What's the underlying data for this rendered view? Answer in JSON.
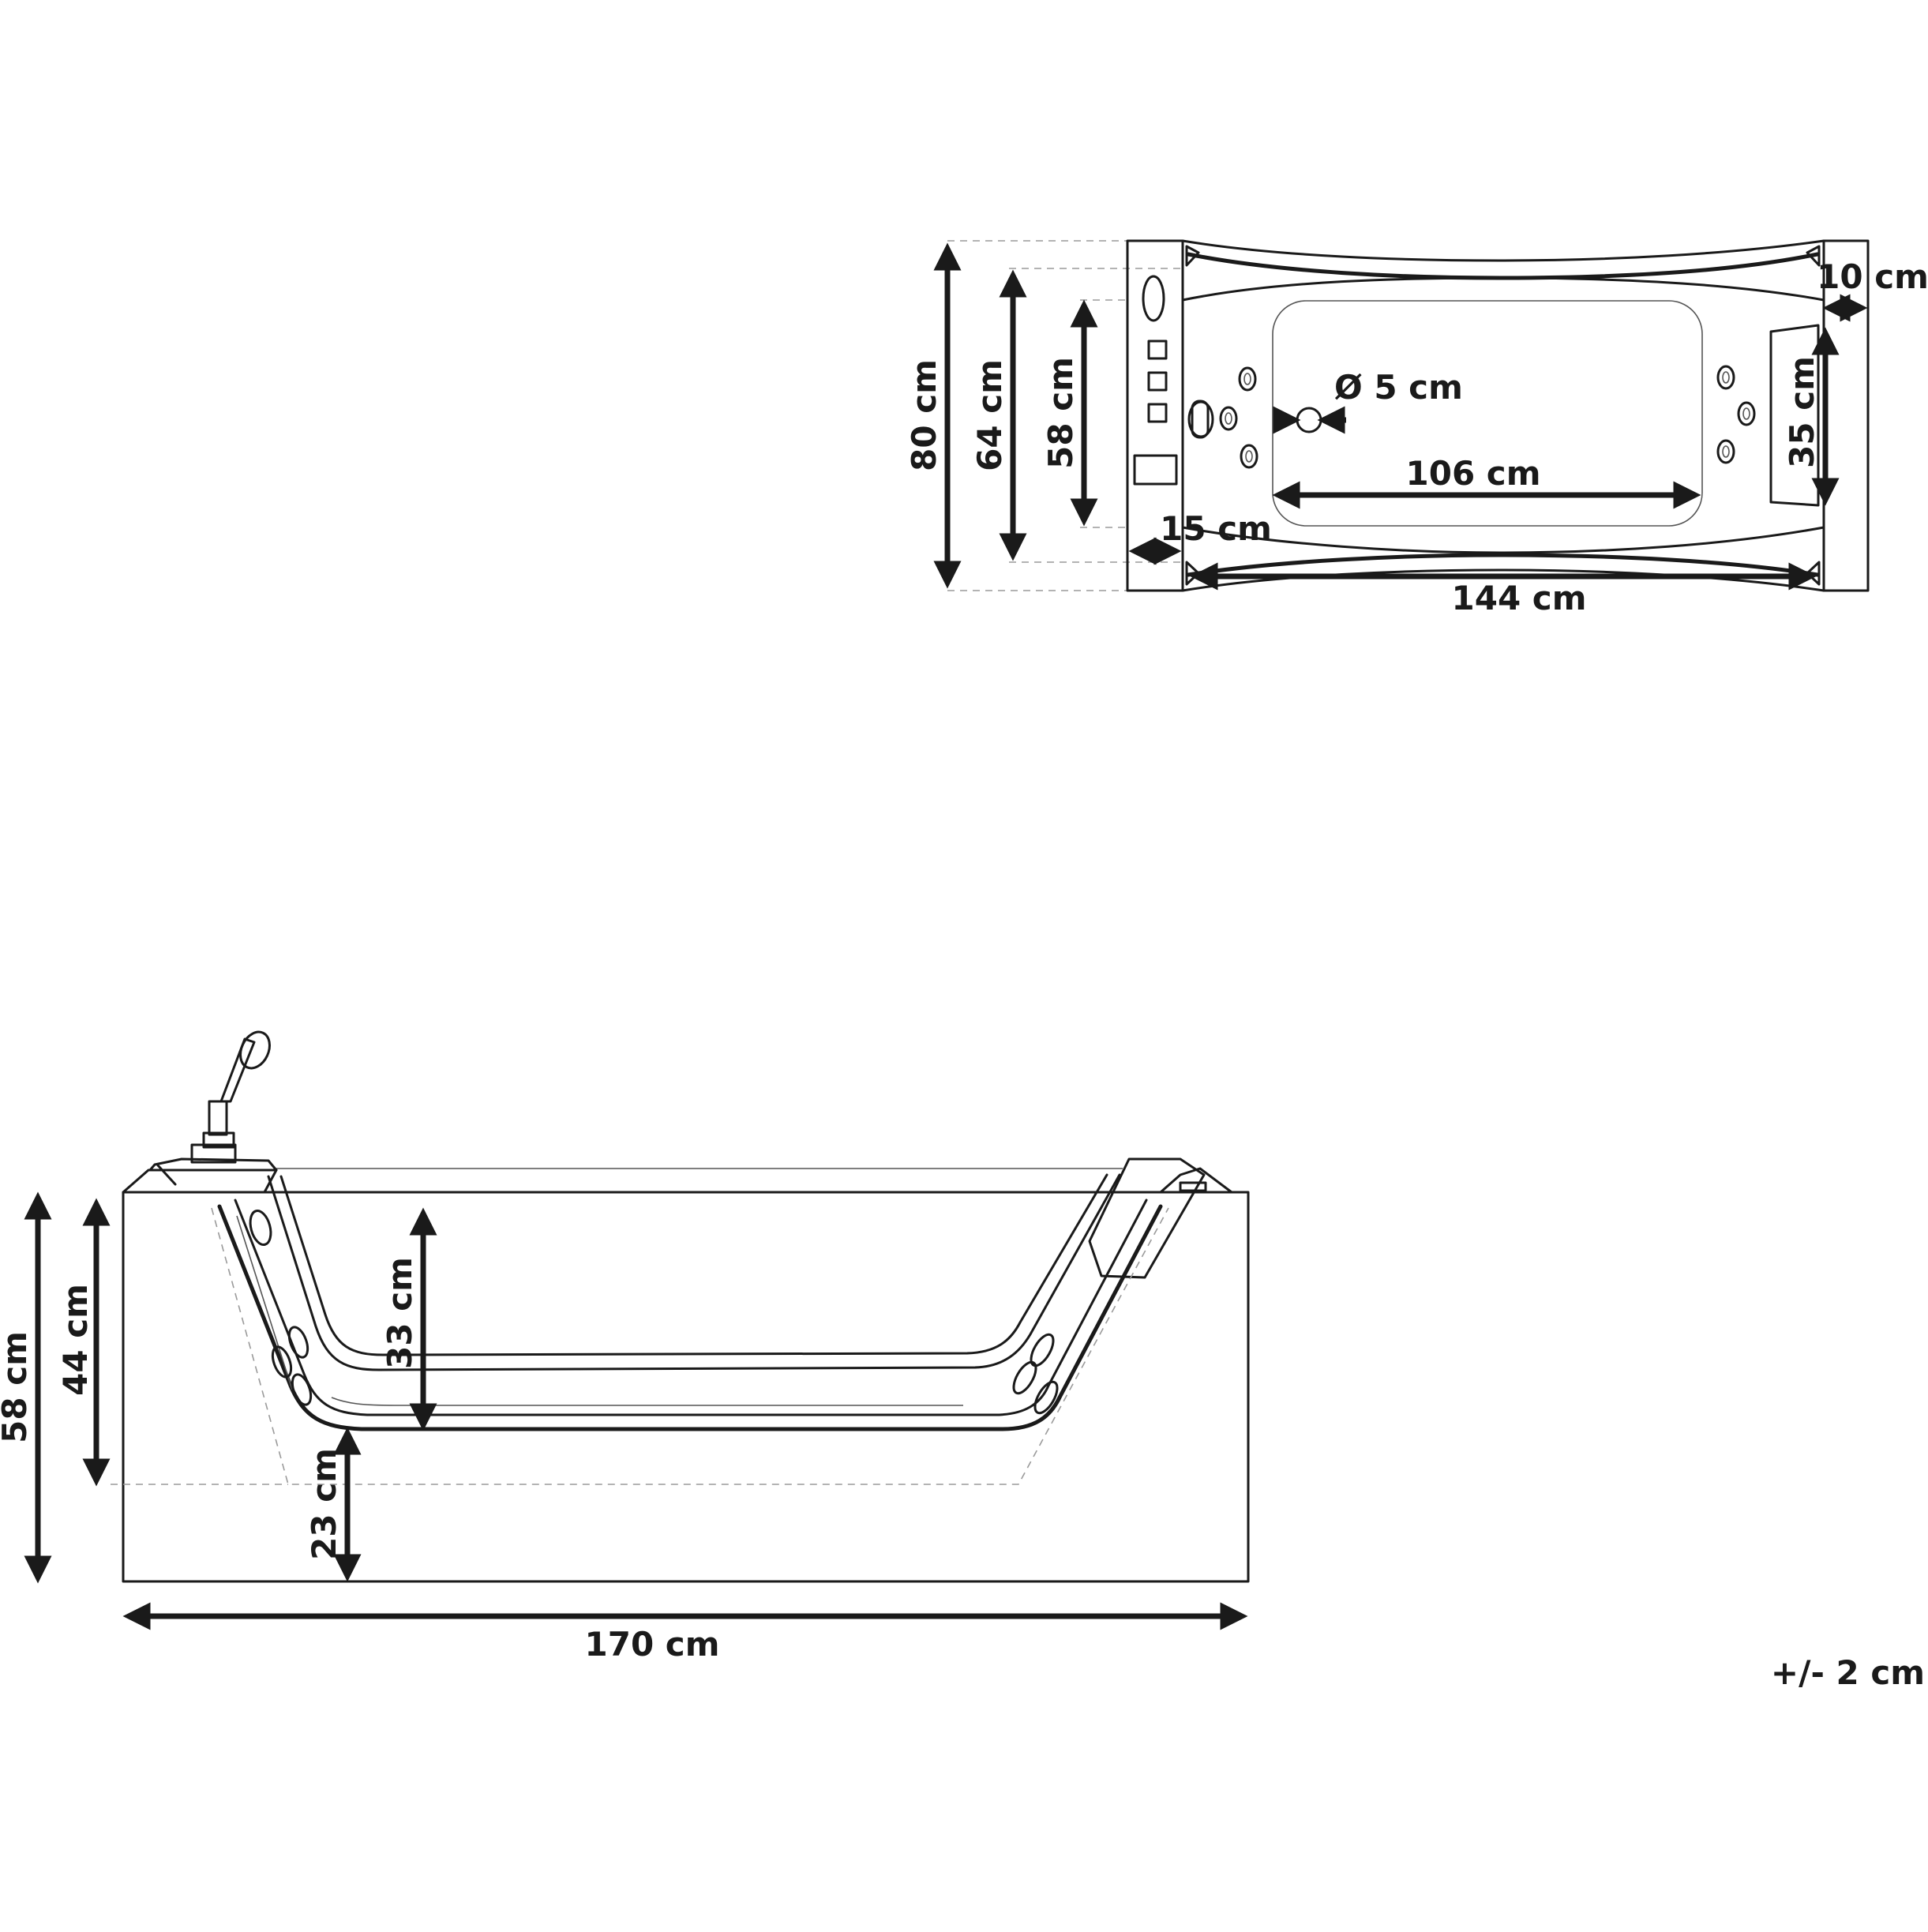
{
  "labels": {
    "top_width_outer": "80 cm",
    "top_width_mid": "64 cm",
    "top_width_inner": "58 cm",
    "top_drain": "Ø 5 cm",
    "top_inner_length": "106 cm",
    "top_side_deck": "15 cm",
    "top_basin_length": "144 cm",
    "top_end_rim": "10 cm",
    "top_headrest": "35 cm",
    "side_total_height": "58 cm",
    "side_basin_height": "44 cm",
    "side_depth": "33 cm",
    "side_floor_height": "23 cm",
    "side_length": "170 cm",
    "tolerance": "+/- 2 cm"
  }
}
